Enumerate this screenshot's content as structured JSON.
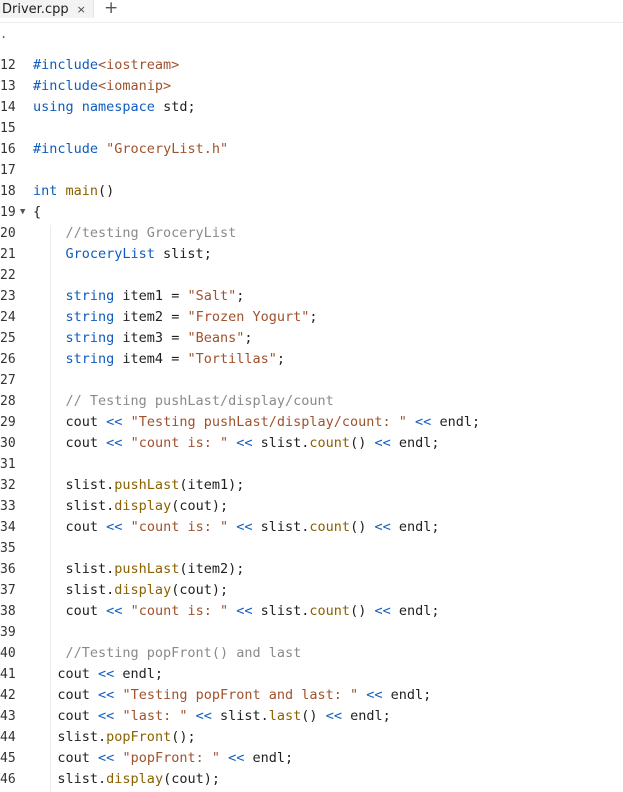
{
  "tabs": [
    {
      "label": "Driver.cpp",
      "close": "×"
    }
  ],
  "add_tab": "+",
  "breadcrumb": ".",
  "fold_marker": "▼",
  "lines": [
    {
      "n": "12",
      "indent": "",
      "tokens": [
        [
          "dir",
          "#include"
        ],
        [
          "inc",
          "<iostream>"
        ]
      ]
    },
    {
      "n": "13",
      "indent": "",
      "tokens": [
        [
          "dir",
          "#include"
        ],
        [
          "inc",
          "<iomanip>"
        ]
      ]
    },
    {
      "n": "14",
      "indent": "",
      "tokens": [
        [
          "kw",
          "using"
        ],
        [
          "",
          " "
        ],
        [
          "kw",
          "namespace"
        ],
        [
          "",
          " std;"
        ]
      ]
    },
    {
      "n": "15",
      "indent": "",
      "tokens": []
    },
    {
      "n": "16",
      "indent": "",
      "tokens": [
        [
          "dir",
          "#include"
        ],
        [
          "",
          " "
        ],
        [
          "str",
          "\"GroceryList.h\""
        ]
      ]
    },
    {
      "n": "17",
      "indent": "",
      "tokens": []
    },
    {
      "n": "18",
      "indent": "",
      "tokens": [
        [
          "kw",
          "int"
        ],
        [
          "",
          " "
        ],
        [
          "fn",
          "main"
        ],
        [
          "",
          "()"
        ]
      ]
    },
    {
      "n": "19",
      "indent": "",
      "fold": true,
      "tokens": [
        [
          "",
          "{"
        ]
      ]
    },
    {
      "n": "20",
      "indent": "    ",
      "tokens": [
        [
          "cm",
          "//testing GroceryList"
        ]
      ]
    },
    {
      "n": "21",
      "indent": "    ",
      "tokens": [
        [
          "type",
          "GroceryList"
        ],
        [
          "",
          " slist;"
        ]
      ]
    },
    {
      "n": "22",
      "indent": "",
      "tokens": []
    },
    {
      "n": "23",
      "indent": "    ",
      "tokens": [
        [
          "type",
          "string"
        ],
        [
          "",
          " item1 = "
        ],
        [
          "str",
          "\"Salt\""
        ],
        [
          "",
          ";"
        ]
      ]
    },
    {
      "n": "24",
      "indent": "    ",
      "tokens": [
        [
          "type",
          "string"
        ],
        [
          "",
          " item2 = "
        ],
        [
          "str",
          "\"Frozen Yogurt\""
        ],
        [
          "",
          ";"
        ]
      ]
    },
    {
      "n": "25",
      "indent": "    ",
      "tokens": [
        [
          "type",
          "string"
        ],
        [
          "",
          " item3 = "
        ],
        [
          "str",
          "\"Beans\""
        ],
        [
          "",
          ";"
        ]
      ]
    },
    {
      "n": "26",
      "indent": "    ",
      "tokens": [
        [
          "type",
          "string"
        ],
        [
          "",
          " item4 = "
        ],
        [
          "str",
          "\"Tortillas\""
        ],
        [
          "",
          ";"
        ]
      ]
    },
    {
      "n": "27",
      "indent": "",
      "tokens": []
    },
    {
      "n": "28",
      "indent": "    ",
      "tokens": [
        [
          "cm",
          "// Testing pushLast/display/count"
        ]
      ]
    },
    {
      "n": "29",
      "indent": "    ",
      "tokens": [
        [
          "",
          "cout "
        ],
        [
          "op",
          "<<"
        ],
        [
          "",
          " "
        ],
        [
          "str",
          "\"Testing pushLast/display/count: \""
        ],
        [
          "",
          " "
        ],
        [
          "op",
          "<<"
        ],
        [
          "",
          " endl;"
        ]
      ]
    },
    {
      "n": "30",
      "indent": "    ",
      "tokens": [
        [
          "",
          "cout "
        ],
        [
          "op",
          "<<"
        ],
        [
          "",
          " "
        ],
        [
          "str",
          "\"count is: \""
        ],
        [
          "",
          " "
        ],
        [
          "op",
          "<<"
        ],
        [
          "",
          " slist."
        ],
        [
          "fn",
          "count"
        ],
        [
          "",
          "() "
        ],
        [
          "op",
          "<<"
        ],
        [
          "",
          " endl;"
        ]
      ]
    },
    {
      "n": "31",
      "indent": "",
      "tokens": []
    },
    {
      "n": "32",
      "indent": "    ",
      "tokens": [
        [
          "",
          "slist."
        ],
        [
          "fn",
          "pushLast"
        ],
        [
          "",
          "(item1);"
        ]
      ]
    },
    {
      "n": "33",
      "indent": "    ",
      "tokens": [
        [
          "",
          "slist."
        ],
        [
          "fn",
          "display"
        ],
        [
          "",
          "(cout);"
        ]
      ]
    },
    {
      "n": "34",
      "indent": "    ",
      "tokens": [
        [
          "",
          "cout "
        ],
        [
          "op",
          "<<"
        ],
        [
          "",
          " "
        ],
        [
          "str",
          "\"count is: \""
        ],
        [
          "",
          " "
        ],
        [
          "op",
          "<<"
        ],
        [
          "",
          " slist."
        ],
        [
          "fn",
          "count"
        ],
        [
          "",
          "() "
        ],
        [
          "op",
          "<<"
        ],
        [
          "",
          " endl;"
        ]
      ]
    },
    {
      "n": "35",
      "indent": "",
      "tokens": []
    },
    {
      "n": "36",
      "indent": "    ",
      "tokens": [
        [
          "",
          "slist."
        ],
        [
          "fn",
          "pushLast"
        ],
        [
          "",
          "(item2);"
        ]
      ]
    },
    {
      "n": "37",
      "indent": "    ",
      "tokens": [
        [
          "",
          "slist."
        ],
        [
          "fn",
          "display"
        ],
        [
          "",
          "(cout);"
        ]
      ]
    },
    {
      "n": "38",
      "indent": "    ",
      "tokens": [
        [
          "",
          "cout "
        ],
        [
          "op",
          "<<"
        ],
        [
          "",
          " "
        ],
        [
          "str",
          "\"count is: \""
        ],
        [
          "",
          " "
        ],
        [
          "op",
          "<<"
        ],
        [
          "",
          " slist."
        ],
        [
          "fn",
          "count"
        ],
        [
          "",
          "() "
        ],
        [
          "op",
          "<<"
        ],
        [
          "",
          " endl;"
        ]
      ]
    },
    {
      "n": "39",
      "indent": "",
      "tokens": []
    },
    {
      "n": "40",
      "indent": "    ",
      "tokens": [
        [
          "cm",
          "//Testing popFront() and last"
        ]
      ]
    },
    {
      "n": "41",
      "indent": "   ",
      "tokens": [
        [
          "",
          "cout "
        ],
        [
          "op",
          "<<"
        ],
        [
          "",
          " endl;"
        ]
      ]
    },
    {
      "n": "42",
      "indent": "   ",
      "tokens": [
        [
          "",
          "cout "
        ],
        [
          "op",
          "<<"
        ],
        [
          "",
          " "
        ],
        [
          "str",
          "\"Testing popFront and last: \""
        ],
        [
          "",
          " "
        ],
        [
          "op",
          "<<"
        ],
        [
          "",
          " endl;"
        ]
      ]
    },
    {
      "n": "43",
      "indent": "   ",
      "tokens": [
        [
          "",
          "cout "
        ],
        [
          "op",
          "<<"
        ],
        [
          "",
          " "
        ],
        [
          "str",
          "\"last: \""
        ],
        [
          "",
          " "
        ],
        [
          "op",
          "<<"
        ],
        [
          "",
          " slist."
        ],
        [
          "fn",
          "last"
        ],
        [
          "",
          "() "
        ],
        [
          "op",
          "<<"
        ],
        [
          "",
          " endl;"
        ]
      ]
    },
    {
      "n": "44",
      "indent": "   ",
      "tokens": [
        [
          "",
          "slist."
        ],
        [
          "fn",
          "popFront"
        ],
        [
          "",
          "();"
        ]
      ]
    },
    {
      "n": "45",
      "indent": "   ",
      "tokens": [
        [
          "",
          "cout "
        ],
        [
          "op",
          "<<"
        ],
        [
          "",
          " "
        ],
        [
          "str",
          "\"popFront: \""
        ],
        [
          "",
          " "
        ],
        [
          "op",
          "<<"
        ],
        [
          "",
          " endl;"
        ]
      ]
    },
    {
      "n": "46",
      "indent": "   ",
      "tokens": [
        [
          "",
          "slist."
        ],
        [
          "fn",
          "display"
        ],
        [
          "",
          "(cout);"
        ]
      ]
    }
  ]
}
